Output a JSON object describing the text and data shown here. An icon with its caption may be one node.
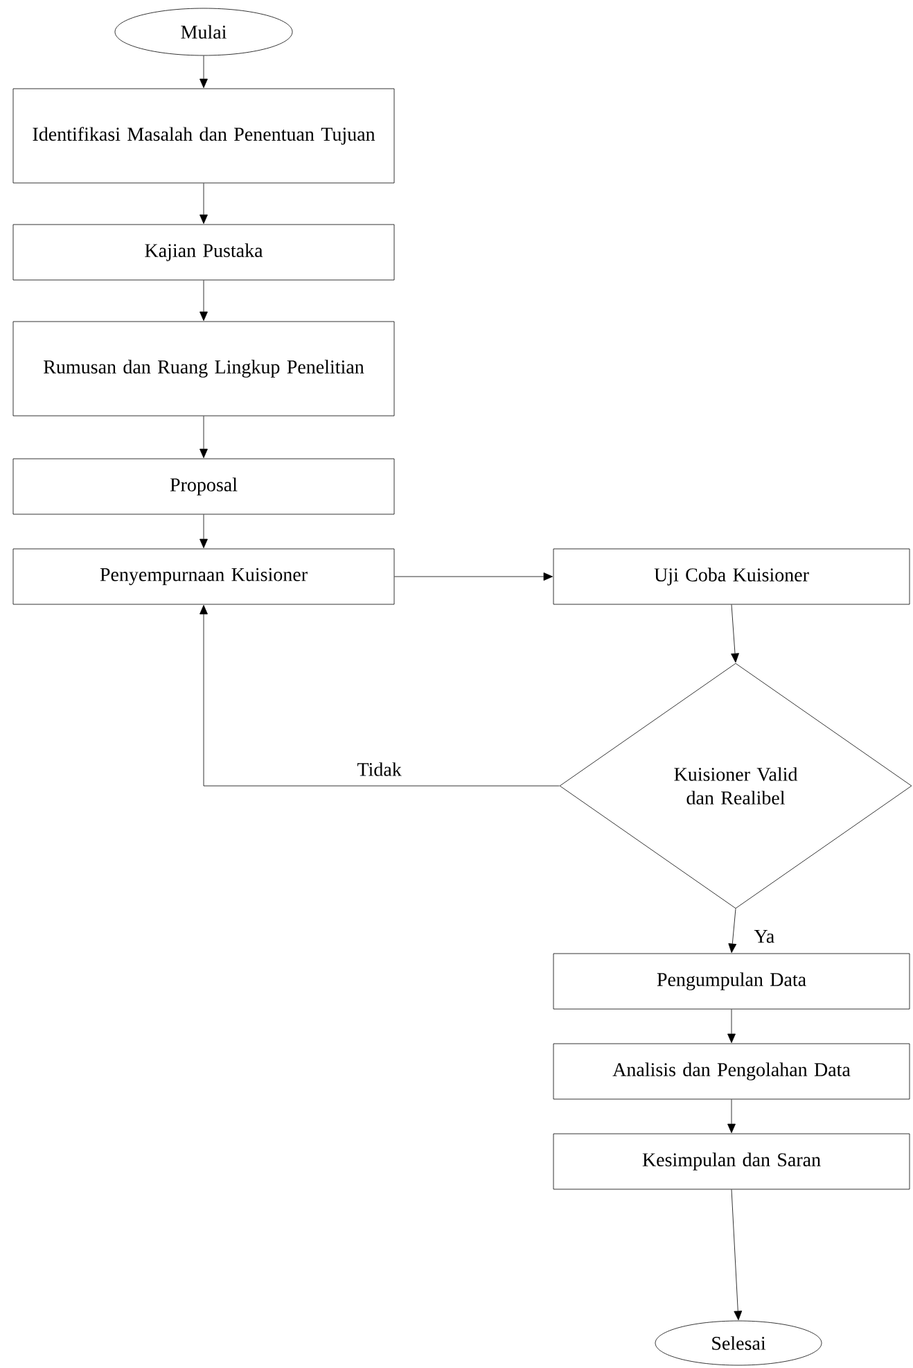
{
  "diagram": {
    "nodes": [
      {
        "text": [
          "Mulai"
        ]
      },
      {
        "text": [
          "Identifikasi Masalah dan Penentuan Tujuan"
        ]
      },
      {
        "text": [
          "Kajian Pustaka"
        ]
      },
      {
        "text": [
          "Rumusan dan Ruang Lingkup Penelitian"
        ]
      },
      {
        "text": [
          "Proposal"
        ]
      },
      {
        "text": [
          "Penyempurnaan Kuisioner"
        ]
      },
      {
        "text": [
          "Uji Coba Kuisioner"
        ]
      },
      {
        "text": [
          "Kuisioner Valid dan Realibel"
        ]
      },
      {
        "text": [
          "Pengumpulan Data"
        ]
      },
      {
        "text": [
          "Analisis dan Pengolahan Data"
        ]
      },
      {
        "text": [
          "Kesimpulan dan Saran"
        ]
      },
      {
        "text": [
          "Selesai"
        ]
      }
    ],
    "edges": [
      {
        "from": 0,
        "to": 1,
        "arrow": "to"
      },
      {
        "from": 1,
        "to": 2,
        "arrow": "to"
      },
      {
        "from": 2,
        "to": 3,
        "arrow": "to"
      },
      {
        "from": 3,
        "to": 4,
        "arrow": "to"
      },
      {
        "from": 4,
        "to": 5,
        "arrow": "to"
      },
      {
        "from": 5,
        "to": 6,
        "arrow": "to"
      },
      {
        "from": 6,
        "to": 7,
        "arrow": "to"
      },
      {
        "from": 7,
        "to": 5,
        "arrow": "to",
        "label": "Tidak"
      },
      {
        "from": 7,
        "to": 8,
        "arrow": "to",
        "label": "Ya"
      },
      {
        "from": 8,
        "to": 9,
        "arrow": "to"
      },
      {
        "from": 9,
        "to": 10,
        "arrow": "to"
      },
      {
        "from": 10,
        "to": 11,
        "arrow": "to"
      }
    ]
  }
}
